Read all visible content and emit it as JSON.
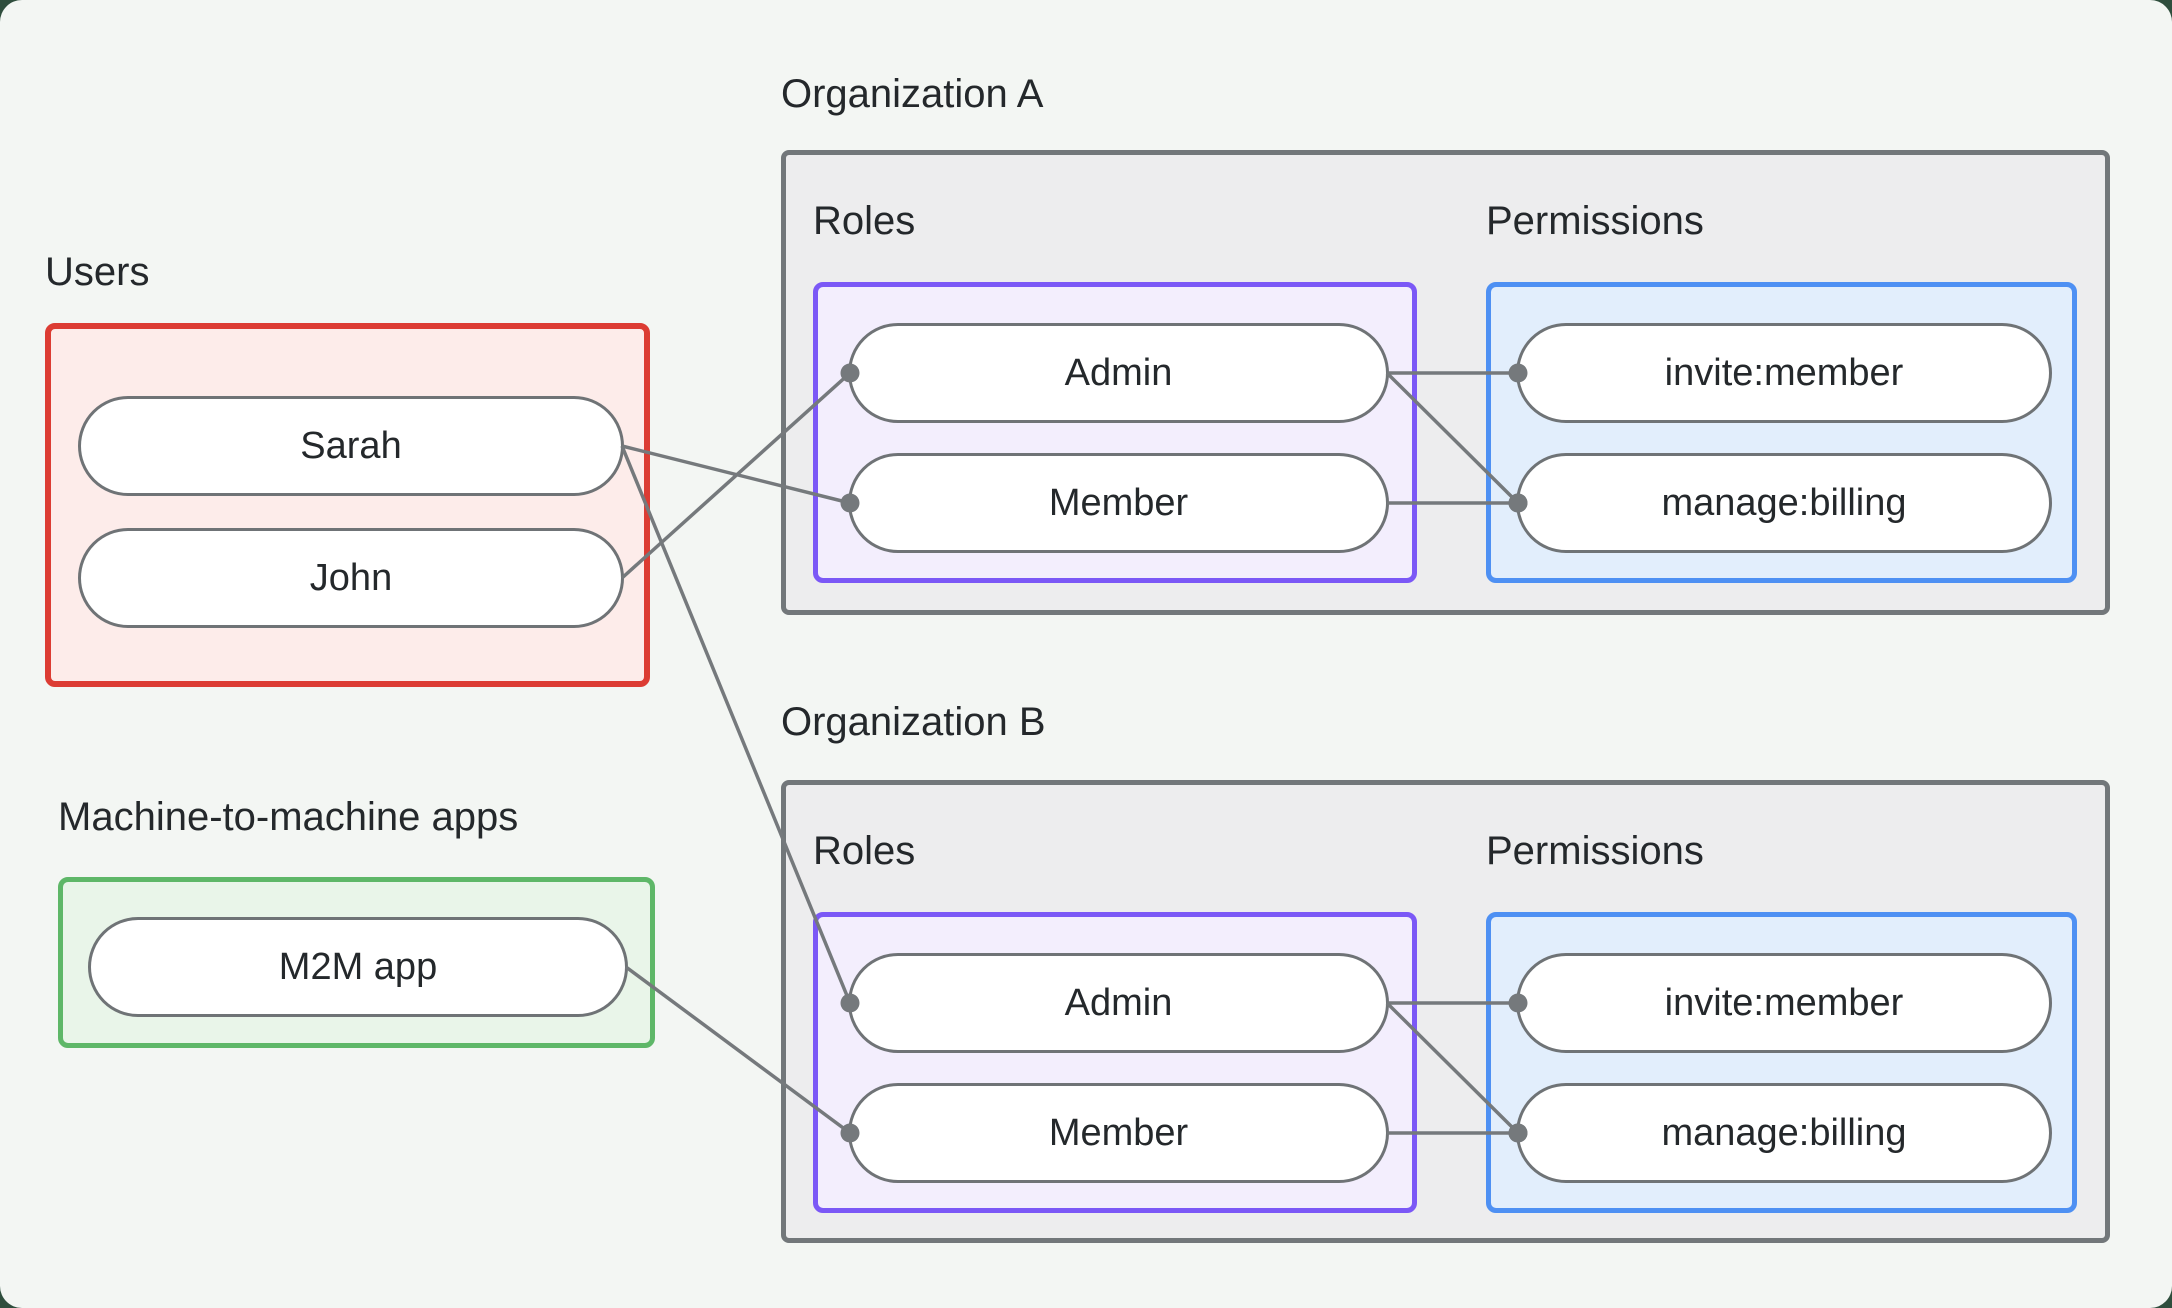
{
  "colors": {
    "page_bg": "#f3f6f3",
    "outer_corner_bg": "#2f4e3d",
    "users_border": "#dc3c33",
    "users_fill": "#fdecea",
    "m2m_border": "#5eb768",
    "m2m_fill": "#e9f5e9",
    "org_border": "#72777a",
    "org_fill": "#ededee",
    "roles_border": "#7b58f6",
    "roles_fill": "#f3eefd",
    "permissions_border": "#4e90f3",
    "permissions_fill": "#e2eefc",
    "pill_border": "#6f7376",
    "pill_fill": "#ffffff",
    "connector_line": "#75797c",
    "text": "#24282b"
  },
  "groups": {
    "users": {
      "label": "Users",
      "items": [
        {
          "id": "sarah",
          "label": "Sarah"
        },
        {
          "id": "john",
          "label": "John"
        }
      ]
    },
    "m2m": {
      "label": "Machine-to-machine apps",
      "items": [
        {
          "id": "m2m-app",
          "label": "M2M app"
        }
      ]
    },
    "orgs": [
      {
        "id": "org-a",
        "label": "Organization A",
        "roles_label": "Roles",
        "permissions_label": "Permissions",
        "roles": [
          {
            "id": "org-a-admin",
            "label": "Admin"
          },
          {
            "id": "org-a-member",
            "label": "Member"
          }
        ],
        "permissions": [
          {
            "id": "org-a-invite",
            "label": "invite:member"
          },
          {
            "id": "org-a-manage",
            "label": "manage:billing"
          }
        ]
      },
      {
        "id": "org-b",
        "label": "Organization B",
        "roles_label": "Roles",
        "permissions_label": "Permissions",
        "roles": [
          {
            "id": "org-b-admin",
            "label": "Admin"
          },
          {
            "id": "org-b-member",
            "label": "Member"
          }
        ],
        "permissions": [
          {
            "id": "org-b-invite",
            "label": "invite:member"
          },
          {
            "id": "org-b-manage",
            "label": "manage:billing"
          }
        ]
      }
    ]
  },
  "connections": [
    {
      "from": "sarah",
      "to": "org-a-member"
    },
    {
      "from": "sarah",
      "to": "org-b-admin"
    },
    {
      "from": "john",
      "to": "org-a-admin"
    },
    {
      "from": "m2m-app",
      "to": "org-b-member"
    },
    {
      "from": "org-a-admin",
      "to": "org-a-invite"
    },
    {
      "from": "org-a-admin",
      "to": "org-a-manage"
    },
    {
      "from": "org-a-member",
      "to": "org-a-manage"
    },
    {
      "from": "org-b-admin",
      "to": "org-b-invite"
    },
    {
      "from": "org-b-admin",
      "to": "org-b-manage"
    },
    {
      "from": "org-b-member",
      "to": "org-b-manage"
    }
  ]
}
